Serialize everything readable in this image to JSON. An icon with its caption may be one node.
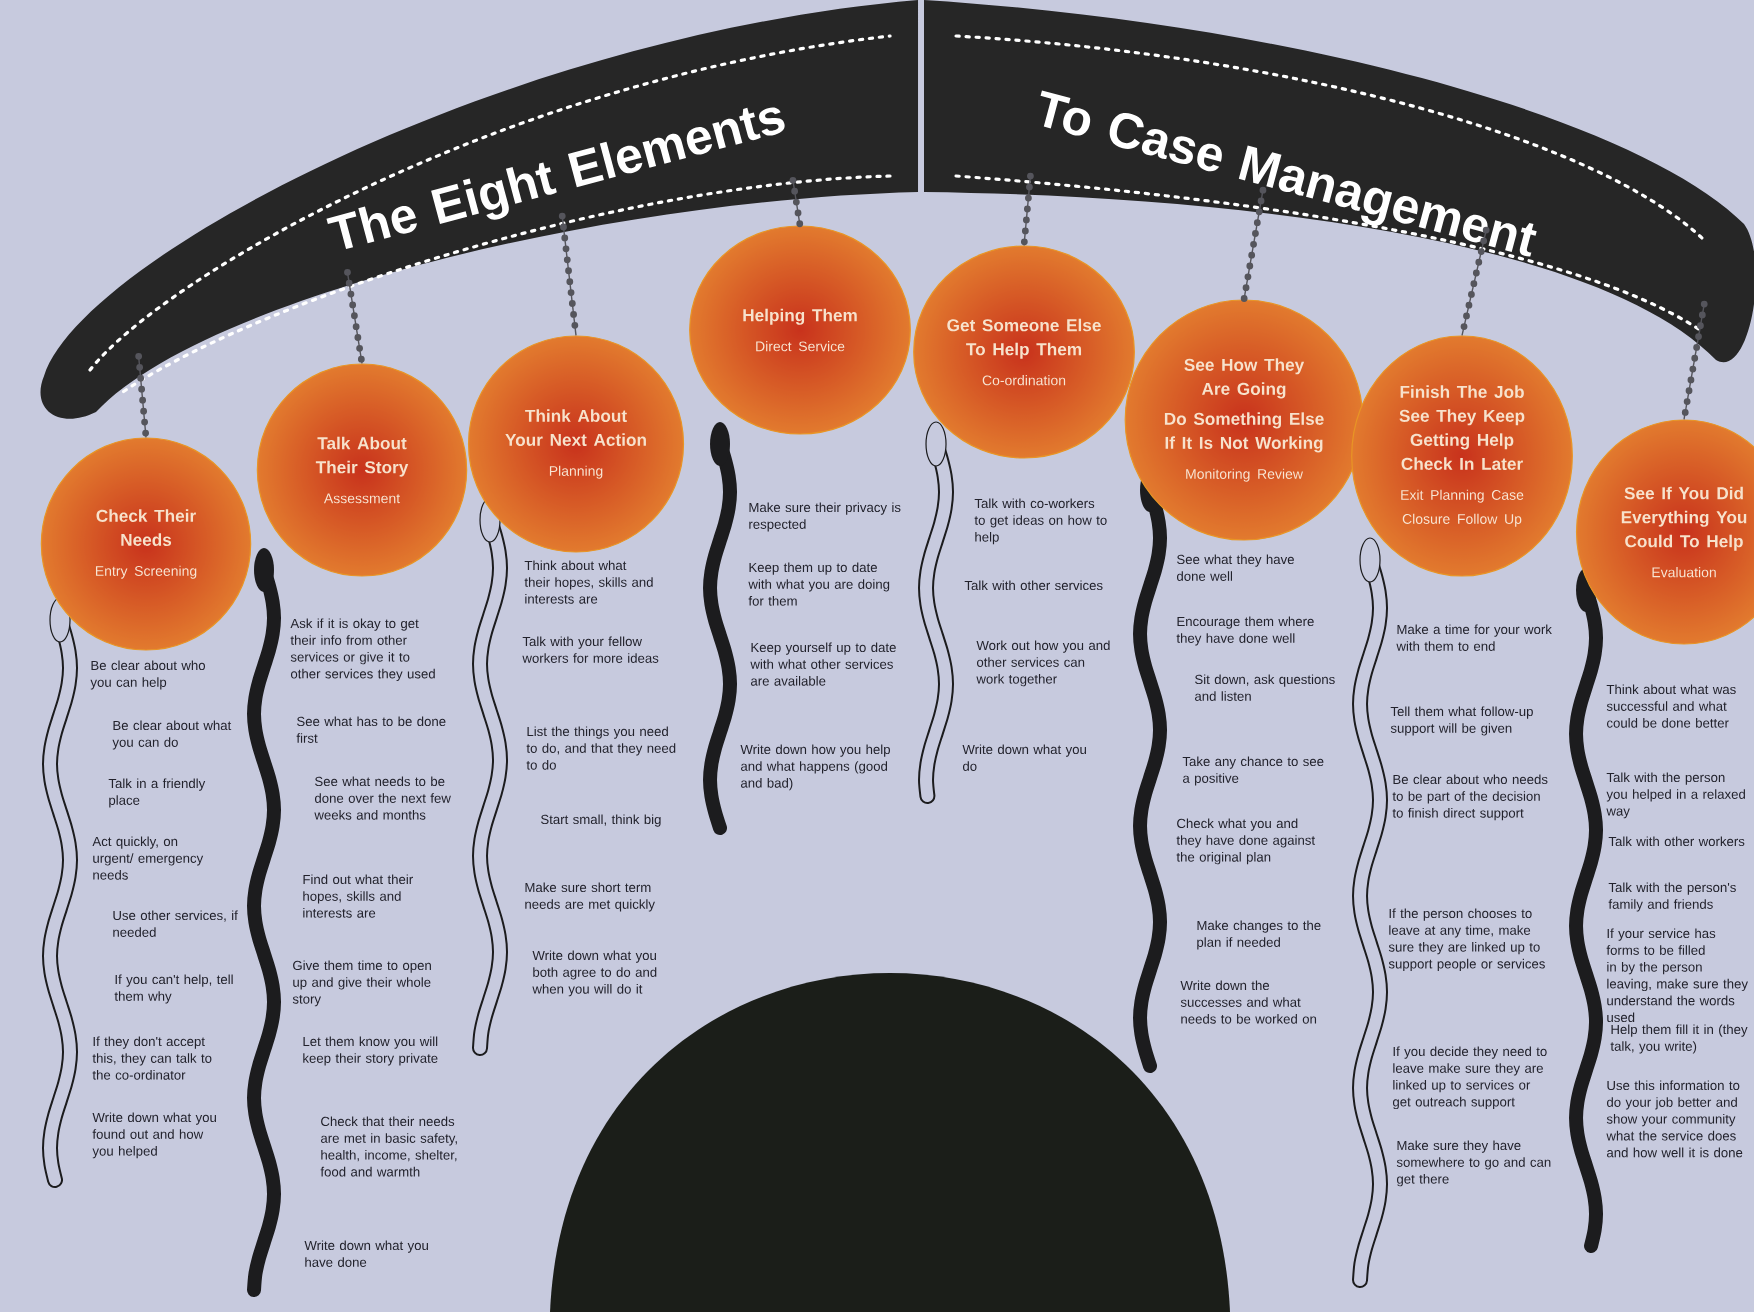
{
  "diagram": {
    "nodes": [
      {
        "text": [
          "The Eight Elements"
        ]
      },
      {
        "text": [
          "To Case Management"
        ]
      },
      {
        "text": [
          "Check Their Needs",
          "Entry Screening"
        ]
      },
      {
        "text": [
          "Talk About Their Story",
          "Assessment"
        ]
      },
      {
        "text": [
          "Think About Your Next Action",
          "Planning"
        ]
      },
      {
        "text": [
          "Helping Them",
          "Direct Service"
        ]
      },
      {
        "text": [
          "Get Someone Else To Help Them",
          "Co-ordination"
        ]
      },
      {
        "text": [
          "See How They Are Going",
          "Do Something Else If It Is Not Working",
          "Monitoring Review"
        ]
      },
      {
        "text": [
          "Finish The Job See They Keep Getting Help Check In Later",
          "Exit Planning Case Closure Follow Up"
        ]
      },
      {
        "text": [
          "See If You Did Everything You Could To Help",
          "Evaluation"
        ]
      }
    ],
    "edges": [
      {
        "from": 0,
        "to": 2,
        "arrow": "none"
      },
      {
        "from": 0,
        "to": 3,
        "arrow": "none"
      },
      {
        "from": 0,
        "to": 4,
        "arrow": "none"
      },
      {
        "from": 0,
        "to": 5,
        "arrow": "none"
      },
      {
        "from": 1,
        "to": 6,
        "arrow": "none"
      },
      {
        "from": 1,
        "to": 7,
        "arrow": "none"
      },
      {
        "from": 1,
        "to": 8,
        "arrow": "none"
      },
      {
        "from": 1,
        "to": 9,
        "arrow": "none"
      }
    ],
    "labels": [
      "Be clear about who you can help",
      "Be clear about what you can do",
      "Talk in a friendly place",
      "Act quickly, on urgent/ emergency needs",
      "Use other services, if needed",
      "If you can't help, tell them why",
      "If they don't accept this, they can talk to the co-ordinator",
      "Write down what you found out and how you helped",
      "Ask if it is okay to get their info from other services or give it to other services they used",
      "See what has to be done first",
      "See what needs to be done over the next few weeks and months",
      "Find out what their hopes, skills and interests are",
      "Give them time to open up and give their whole story",
      "Let them know you will keep their story private",
      "Check that their needs are met in basic safety, health, income, shelter, food and warmth",
      "Write down what you have done",
      "Think about what their hopes, skills and interests are",
      "Talk with your fellow workers for more ideas",
      "List the things you need to do, and that they need to do",
      "Start small, think big",
      "Make sure short term needs are met quickly",
      "Write down what you both agree to do and when you will do it",
      "Make sure their privacy is respected",
      "Keep them up to date with what you are doing for them",
      "Keep yourself up to date with what other services are available",
      "Write down how you help and what happens (good and bad)",
      "Talk with co-workers to get ideas on how to help",
      "Talk with other services",
      "Work out how you and other services can work together",
      "Write down what you do",
      "See what they have done well",
      "Encourage them where they have done well",
      "Sit down, ask questions and listen",
      "Take any chance to see a positive",
      "Check what you and they have done against the original plan",
      "Make changes to the plan if needed",
      "Write down the successes and what needs to be worked on",
      "Make a time for your work with them to end",
      "Tell them what follow-up support will be given",
      "Be clear about who needs to be part of the decision to finish direct support",
      "If the person chooses to leave at any time, make sure they are linked up to support people or services",
      "If you decide they need to leave make sure they are linked up to services or get outreach support",
      "Make sure they have somewhere to go and can get there",
      "Think about what was successful and what could be done better",
      "Talk with the person you helped in a relaxed way",
      "Talk with other workers",
      "Talk with the person's family and friends",
      "If your service has forms to be filled in by the person leaving, make sure they understand the words used",
      "Help them fill it in (they talk, you write)",
      "Use this information to do your job better and show your community what the service does and how well it is done"
    ]
  }
}
